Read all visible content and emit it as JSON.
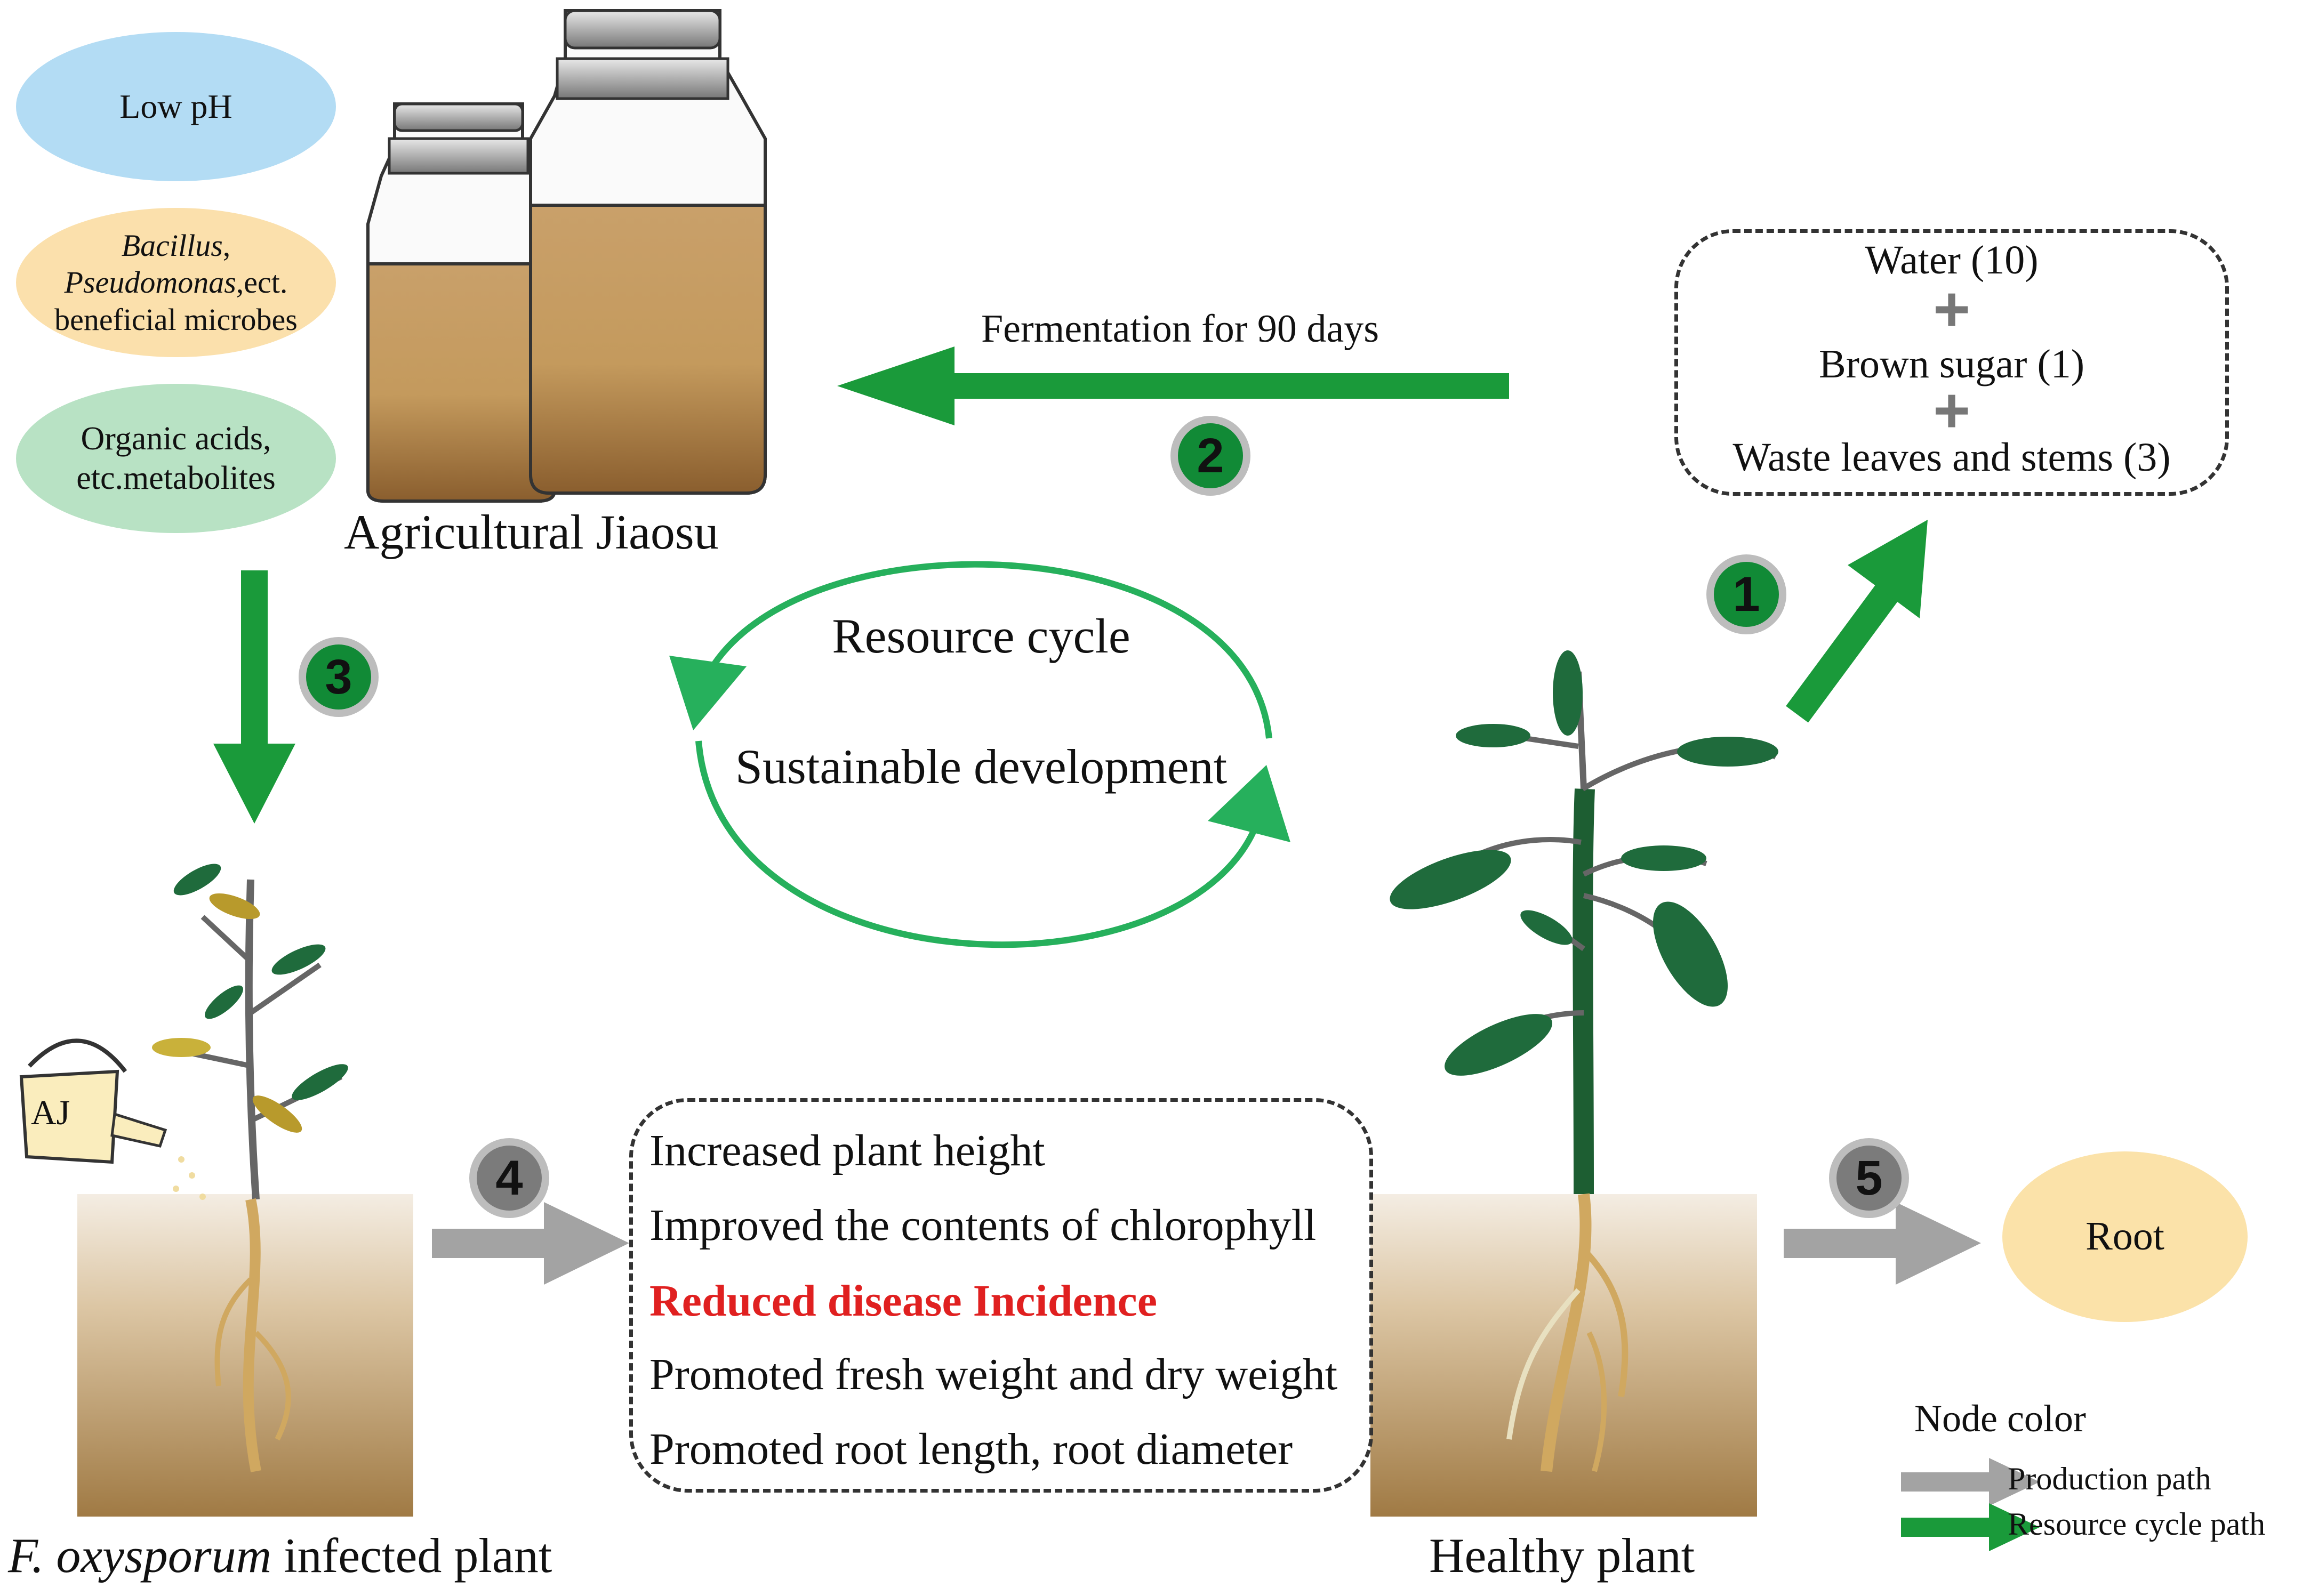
{
  "colors": {
    "green_arrow": "#1a9a3a",
    "gray_arrow": "#a3a3a3",
    "cycle_arrow": "#26b05c",
    "badge_green": "#118a36",
    "badge_gray": "#7b7b7b",
    "badge_ring": "#bdbdbd",
    "ellipse_blue": "#b3dcf4",
    "ellipse_orange": "#fbe0ac",
    "ellipse_green": "#b8e2c4",
    "ellipse_root": "#fbe2a9",
    "highlight_red": "#e02020",
    "soil_top": "#f3ece2",
    "soil_bottom": "#a07a44",
    "liquid": "#c49a5d"
  },
  "properties": {
    "low_ph": "Low pH",
    "microbes_line1": "Bacillus",
    "microbes_line1_suffix": ",",
    "microbes_line2": "Pseudomonas",
    "microbes_line2_suffix": ",ect.",
    "microbes_line3": "beneficial microbes",
    "metabolites_line1": "Organic acids,",
    "metabolites_line2": "etc.metabolites"
  },
  "product_label": "Agricultural Jiaosu",
  "ingredients": {
    "water": "Water (10)",
    "sugar": "Brown sugar (1)",
    "waste": "Waste leaves and stems  (3)",
    "plus_symbol": "+"
  },
  "steps": {
    "s1": "1",
    "s2": "2",
    "s3": "3",
    "s4": "4",
    "s5": "5",
    "fermentation": "Fermentation for 90 days"
  },
  "cycle": {
    "line1": "Resource cycle",
    "line2": "Sustainable development"
  },
  "watering_can_label": "AJ",
  "infected_label_italic": "F. oxysporum",
  "infected_label_rest": " infected plant",
  "healthy_label": "Healthy plant",
  "effects": [
    "Increased plant height",
    "Improved the contents of chlorophyll",
    "Reduced disease Incidence",
    "Promoted fresh weight and dry weight",
    "Promoted root length, root diameter"
  ],
  "root_label": "Root",
  "legend": {
    "title": "Node color",
    "production": "Production path",
    "resource": "Resource cycle path"
  }
}
